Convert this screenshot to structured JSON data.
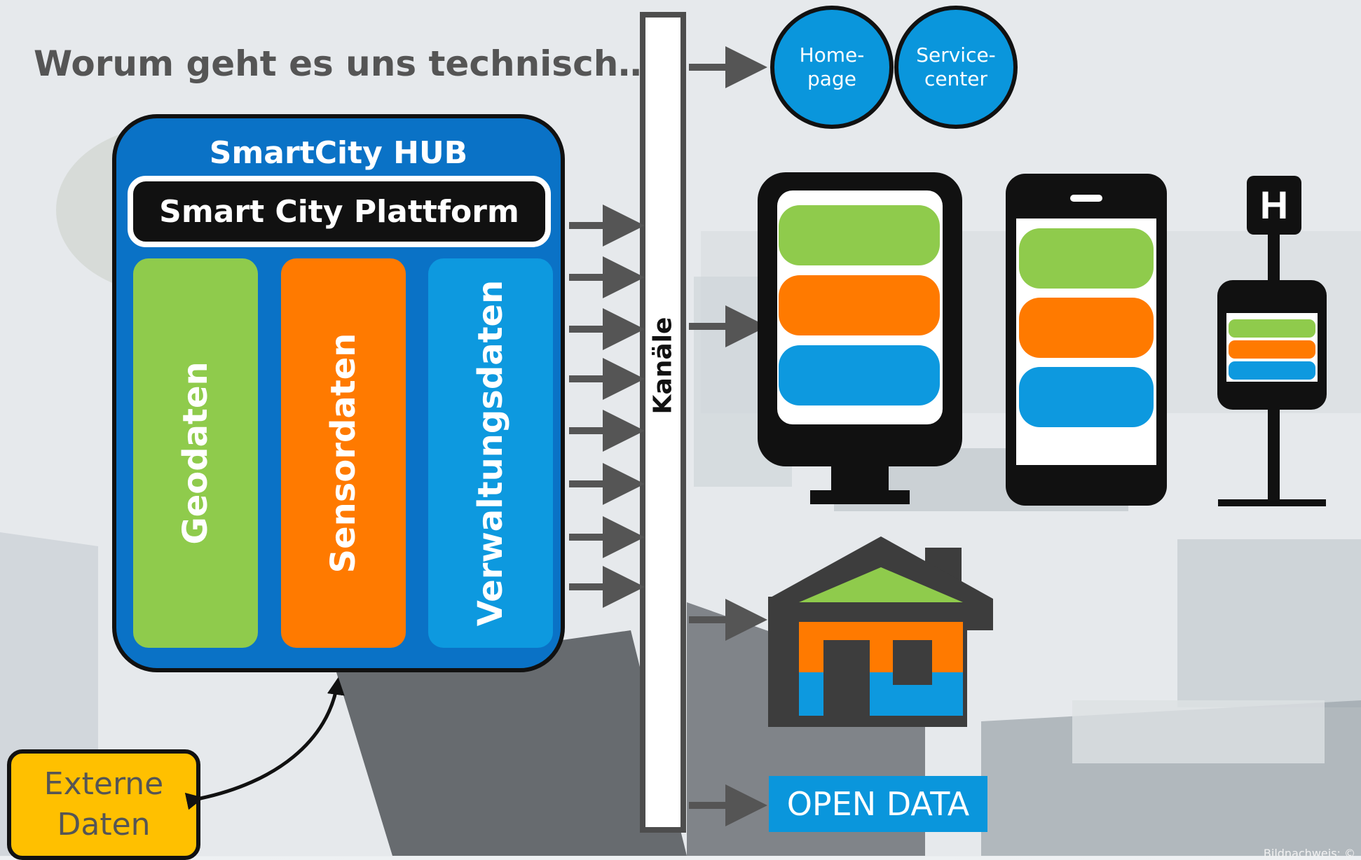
{
  "title": "Worum geht es uns technisch…",
  "hub": {
    "title": "SmartCity HUB",
    "platform": "Smart City Plattform",
    "columns": [
      {
        "label": "Geodaten",
        "color": "#8fcb4c"
      },
      {
        "label": "Sensordaten",
        "color": "#ff7a00"
      },
      {
        "label": "Verwaltungsdaten",
        "color": "#0d99df"
      }
    ]
  },
  "channel_bar": {
    "label": "Kanäle"
  },
  "outputs": {
    "homepage": {
      "line1": "Home-",
      "line2": "page"
    },
    "servicecenter": {
      "line1": "Service-",
      "line2": "center"
    },
    "bus_stop_letter": "H",
    "open_data": "OPEN DATA"
  },
  "external": {
    "line1": "Externe",
    "line2": "Daten"
  },
  "credit": "Bildnachweis: ©",
  "colors": {
    "hub_blue": "#0a72c6",
    "green": "#8fcb4c",
    "orange": "#ff7a00",
    "blue": "#0d99df",
    "yellow": "#ffc000",
    "arrow_gray": "#555555"
  }
}
